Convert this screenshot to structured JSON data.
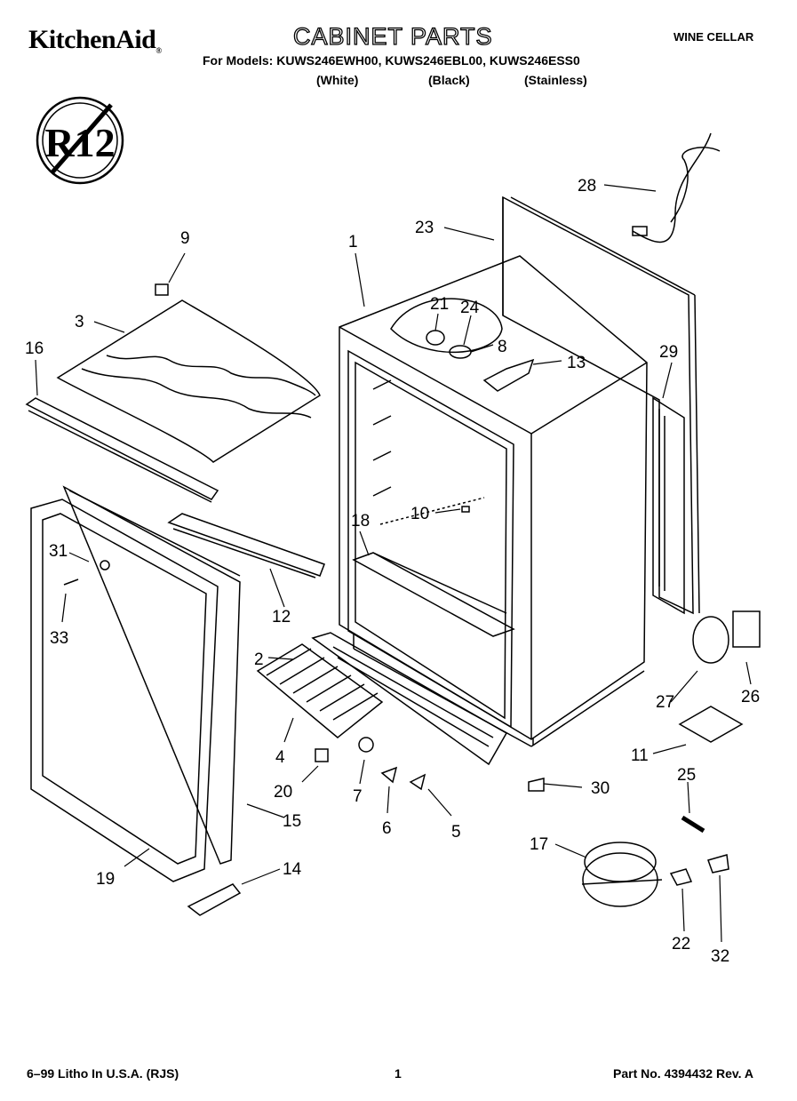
{
  "header": {
    "brand": "KitchenAid",
    "brand_mark": "®",
    "title": "CABINET PARTS",
    "product": "WINE CELLAR",
    "models_line": "For Models: KUWS246EWH00, KUWS246EBL00, KUWS246ESS0",
    "variants": [
      "(White)",
      "(Black)",
      "(Stainless)"
    ]
  },
  "badge": {
    "text": "R12",
    "icon": "no-r12-refrigerant-icon"
  },
  "callouts": [
    "1",
    "2",
    "3",
    "4",
    "5",
    "6",
    "7",
    "8",
    "9",
    "10",
    "11",
    "12",
    "13",
    "14",
    "15",
    "16",
    "17",
    "18",
    "19",
    "20",
    "21",
    "22",
    "23",
    "24",
    "25",
    "26",
    "27",
    "28",
    "29",
    "30",
    "31",
    "32",
    "33"
  ],
  "footer": {
    "left": "6–99 Litho In U.S.A. (RJS)",
    "center": "1",
    "right": "Part No. 4394432 Rev. A"
  }
}
